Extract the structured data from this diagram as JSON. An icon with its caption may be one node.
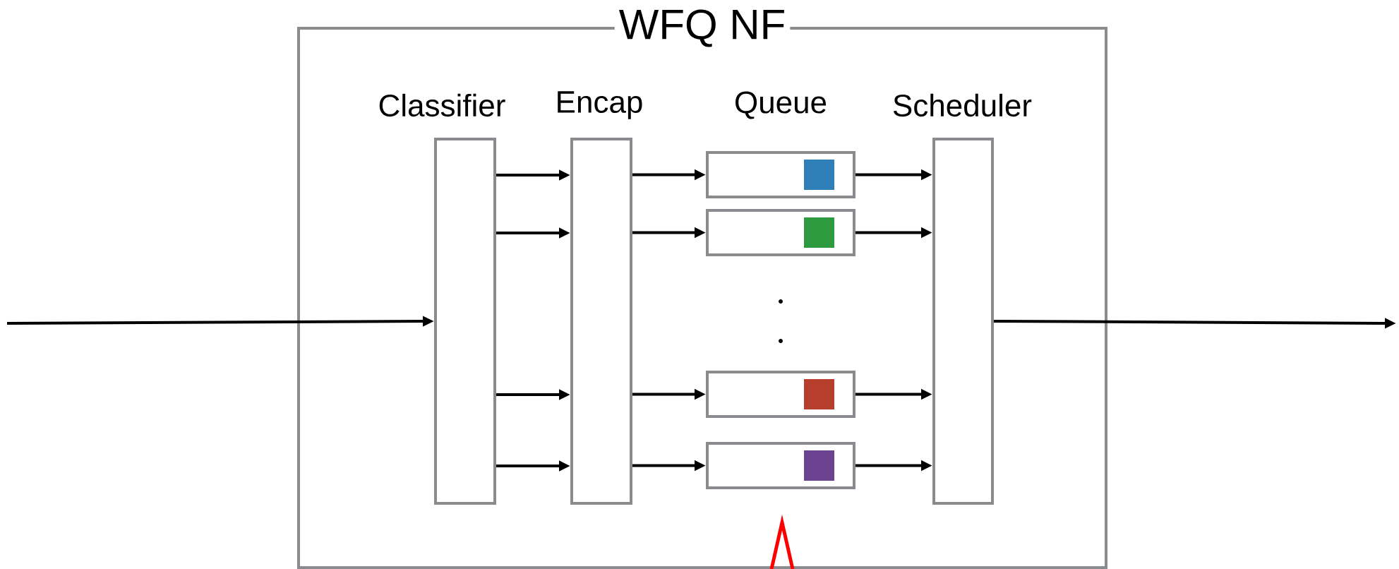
{
  "diagram": {
    "nodes": [
      {
        "text": [
          "WFQ NF"
        ]
      },
      {
        "text": [
          "Classifier"
        ],
        "in": 0
      },
      {
        "text": [
          "Encap"
        ],
        "in": 0
      },
      {
        "text": [],
        "shape": "box",
        "in": 0
      },
      {
        "text": [],
        "shape": "box",
        "in": 0
      },
      {
        "text": [],
        "shape": "box",
        "in": 0
      },
      {
        "text": [],
        "shape": "box",
        "in": 0
      },
      {
        "text": [
          "Scheduler"
        ],
        "in": 0
      }
    ],
    "edges": [
      {
        "from": null,
        "to": 1,
        "arrow": "to"
      },
      {
        "from": 1,
        "to": 2,
        "arrow": "to"
      },
      {
        "from": 1,
        "to": 2,
        "arrow": "to"
      },
      {
        "from": 1,
        "to": 2,
        "arrow": "to"
      },
      {
        "from": 1,
        "to": 2,
        "arrow": "to"
      },
      {
        "from": 2,
        "to": 3,
        "arrow": "to"
      },
      {
        "from": 2,
        "to": 4,
        "arrow": "to"
      },
      {
        "from": 2,
        "to": 5,
        "arrow": "to"
      },
      {
        "from": 2,
        "to": 6,
        "arrow": "to"
      },
      {
        "from": 3,
        "to": 7,
        "arrow": "to"
      },
      {
        "from": 4,
        "to": 7,
        "arrow": "to"
      },
      {
        "from": 5,
        "to": 7,
        "arrow": "to"
      },
      {
        "from": 6,
        "to": 7,
        "arrow": "to"
      },
      {
        "from": 7,
        "to": null,
        "arrow": "to"
      }
    ],
    "labels": [
      "Queue"
    ]
  }
}
